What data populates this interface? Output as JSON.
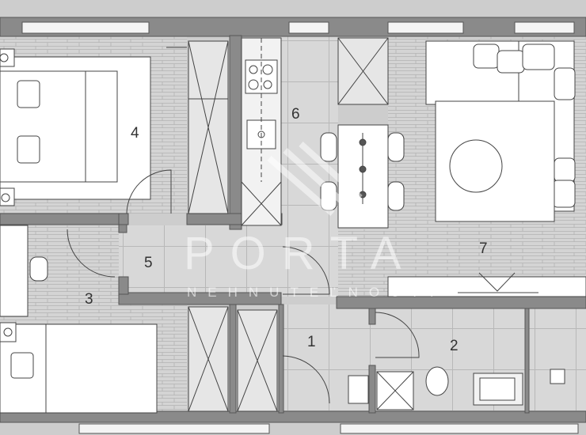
{
  "rooms": [
    {
      "number": "1"
    },
    {
      "number": "2"
    },
    {
      "number": "3"
    },
    {
      "number": "4"
    },
    {
      "number": "5"
    },
    {
      "number": "6"
    },
    {
      "number": "7"
    }
  ],
  "watermark": {
    "title": "PORTA",
    "subtitle": "NEHNUTEĽNOSTI"
  },
  "colors": {
    "wall": "#8a8a8a",
    "floor": "#d6d6d6",
    "outside": "#cdcdcd",
    "furniture": "#ffffff",
    "line": "#444444"
  }
}
